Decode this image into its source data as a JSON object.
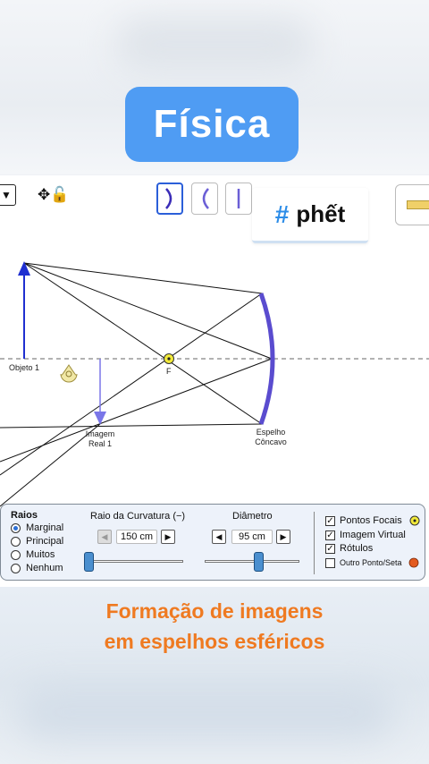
{
  "header": {
    "title": "Física"
  },
  "toolbar": {
    "dropdown_glyph": "▼",
    "move_lock_glyph": "✥🔓",
    "mirror_buttons": [
      {
        "name": "concave",
        "selected": true
      },
      {
        "name": "convex",
        "selected": false
      },
      {
        "name": "flat",
        "selected": false
      }
    ],
    "brand_hash": "#",
    "brand_word": "phết"
  },
  "scene": {
    "object_label": "Objeto 1",
    "focal_label": "F",
    "image_label_line1": "Imagem",
    "image_label_line2": "Real 1",
    "mirror_label_line1": "Espelho",
    "mirror_label_line2": "Côncavo"
  },
  "controls": {
    "rays": {
      "title": "Raios",
      "options": [
        {
          "label": "Marginal",
          "selected": true
        },
        {
          "label": "Principal",
          "selected": false
        },
        {
          "label": "Muitos",
          "selected": false
        },
        {
          "label": "Nenhum",
          "selected": false
        }
      ]
    },
    "radius": {
      "title": "Raio da Curvatura (−)",
      "value": "150 cm",
      "slider_fraction": 0.0
    },
    "diameter": {
      "title": "Diâmetro",
      "value": "95 cm",
      "slider_fraction": 0.58
    },
    "checks": [
      {
        "label": "Pontos Focais",
        "checked": true
      },
      {
        "label": "Imagem Virtual",
        "checked": true
      },
      {
        "label": "Rótulos",
        "checked": true
      },
      {
        "label": "Outro Ponto/Seta",
        "checked": false
      }
    ],
    "check_mark": "✓"
  },
  "caption": {
    "line1": "Formação de imagens",
    "line2": "em espelhos esféricos"
  },
  "colors": {
    "accent_blue": "#4f9cf3",
    "object_arrow": "#1f2fd0",
    "image_arrow": "#7a76e8",
    "mirror": "#5a4ccf",
    "caption_orange": "#ef7a21",
    "other_point": "#e35a1f",
    "focal_yellow": "#f2ea3a"
  }
}
